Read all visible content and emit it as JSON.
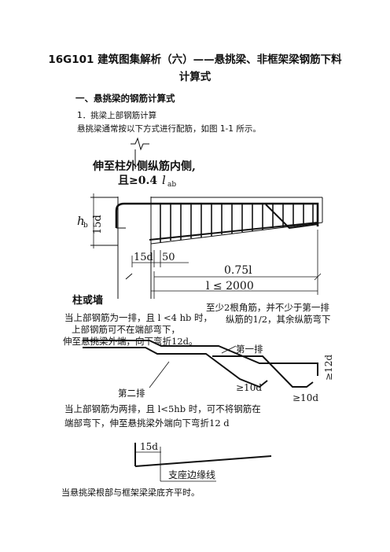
{
  "doc": {
    "title_line1": "16G101 建筑图集解析（六）——悬挑梁、非框架梁钢筋下料",
    "title_line2": "计算式",
    "section_heading": "一、悬挑梁的钢筋计算式",
    "subsection": "1．挑梁上部钢筋计算",
    "intro": "悬挑梁通常按以下方式进行配筋，如图 1-1 所示。"
  },
  "figure": {
    "top": {
      "note_line1": "伸至柱外侧纵筋内侧,",
      "note_line2a": "且≥0.4",
      "note_line2b": "l",
      "note_line2c": "ab",
      "hb_h": "h",
      "hb_sub": "b",
      "dim_15d_vertical": "15d",
      "dim_15d": "15d",
      "dim_50": "50",
      "dim_075l": "0.75l",
      "dim_l": "l ≤ 2000",
      "support_label": "柱或墙"
    },
    "middle": {
      "left_note_line1": "当上部钢筋为一排，且 l <4 hb 时，",
      "left_note_line2": "上部钢筋可不在端部弯下，",
      "left_note_line3": "伸至悬挑梁外端，向下弯折12d。",
      "right_note_line1": "至少2根角筋，并不少于第一排",
      "right_note_line2": "纵筋的1/2，其余纵筋弯下",
      "row1_label": "第一排",
      "row2_label": "第二排",
      "dim_12d": "≥12d",
      "dim_10d_a": "≥10d",
      "dim_10d_b": "≥10d",
      "bottom_note_line1": "当上部钢筋为两排，且 l<5hb 时，可不将钢筋在",
      "bottom_note_line2": "端部弯下，伸至悬挑梁外端向下弯折12 d"
    },
    "bottom": {
      "dim_15d": "15d",
      "edge_label": "支座边缘线",
      "caption": "当悬挑梁根部与框架梁梁底齐平时。"
    }
  }
}
